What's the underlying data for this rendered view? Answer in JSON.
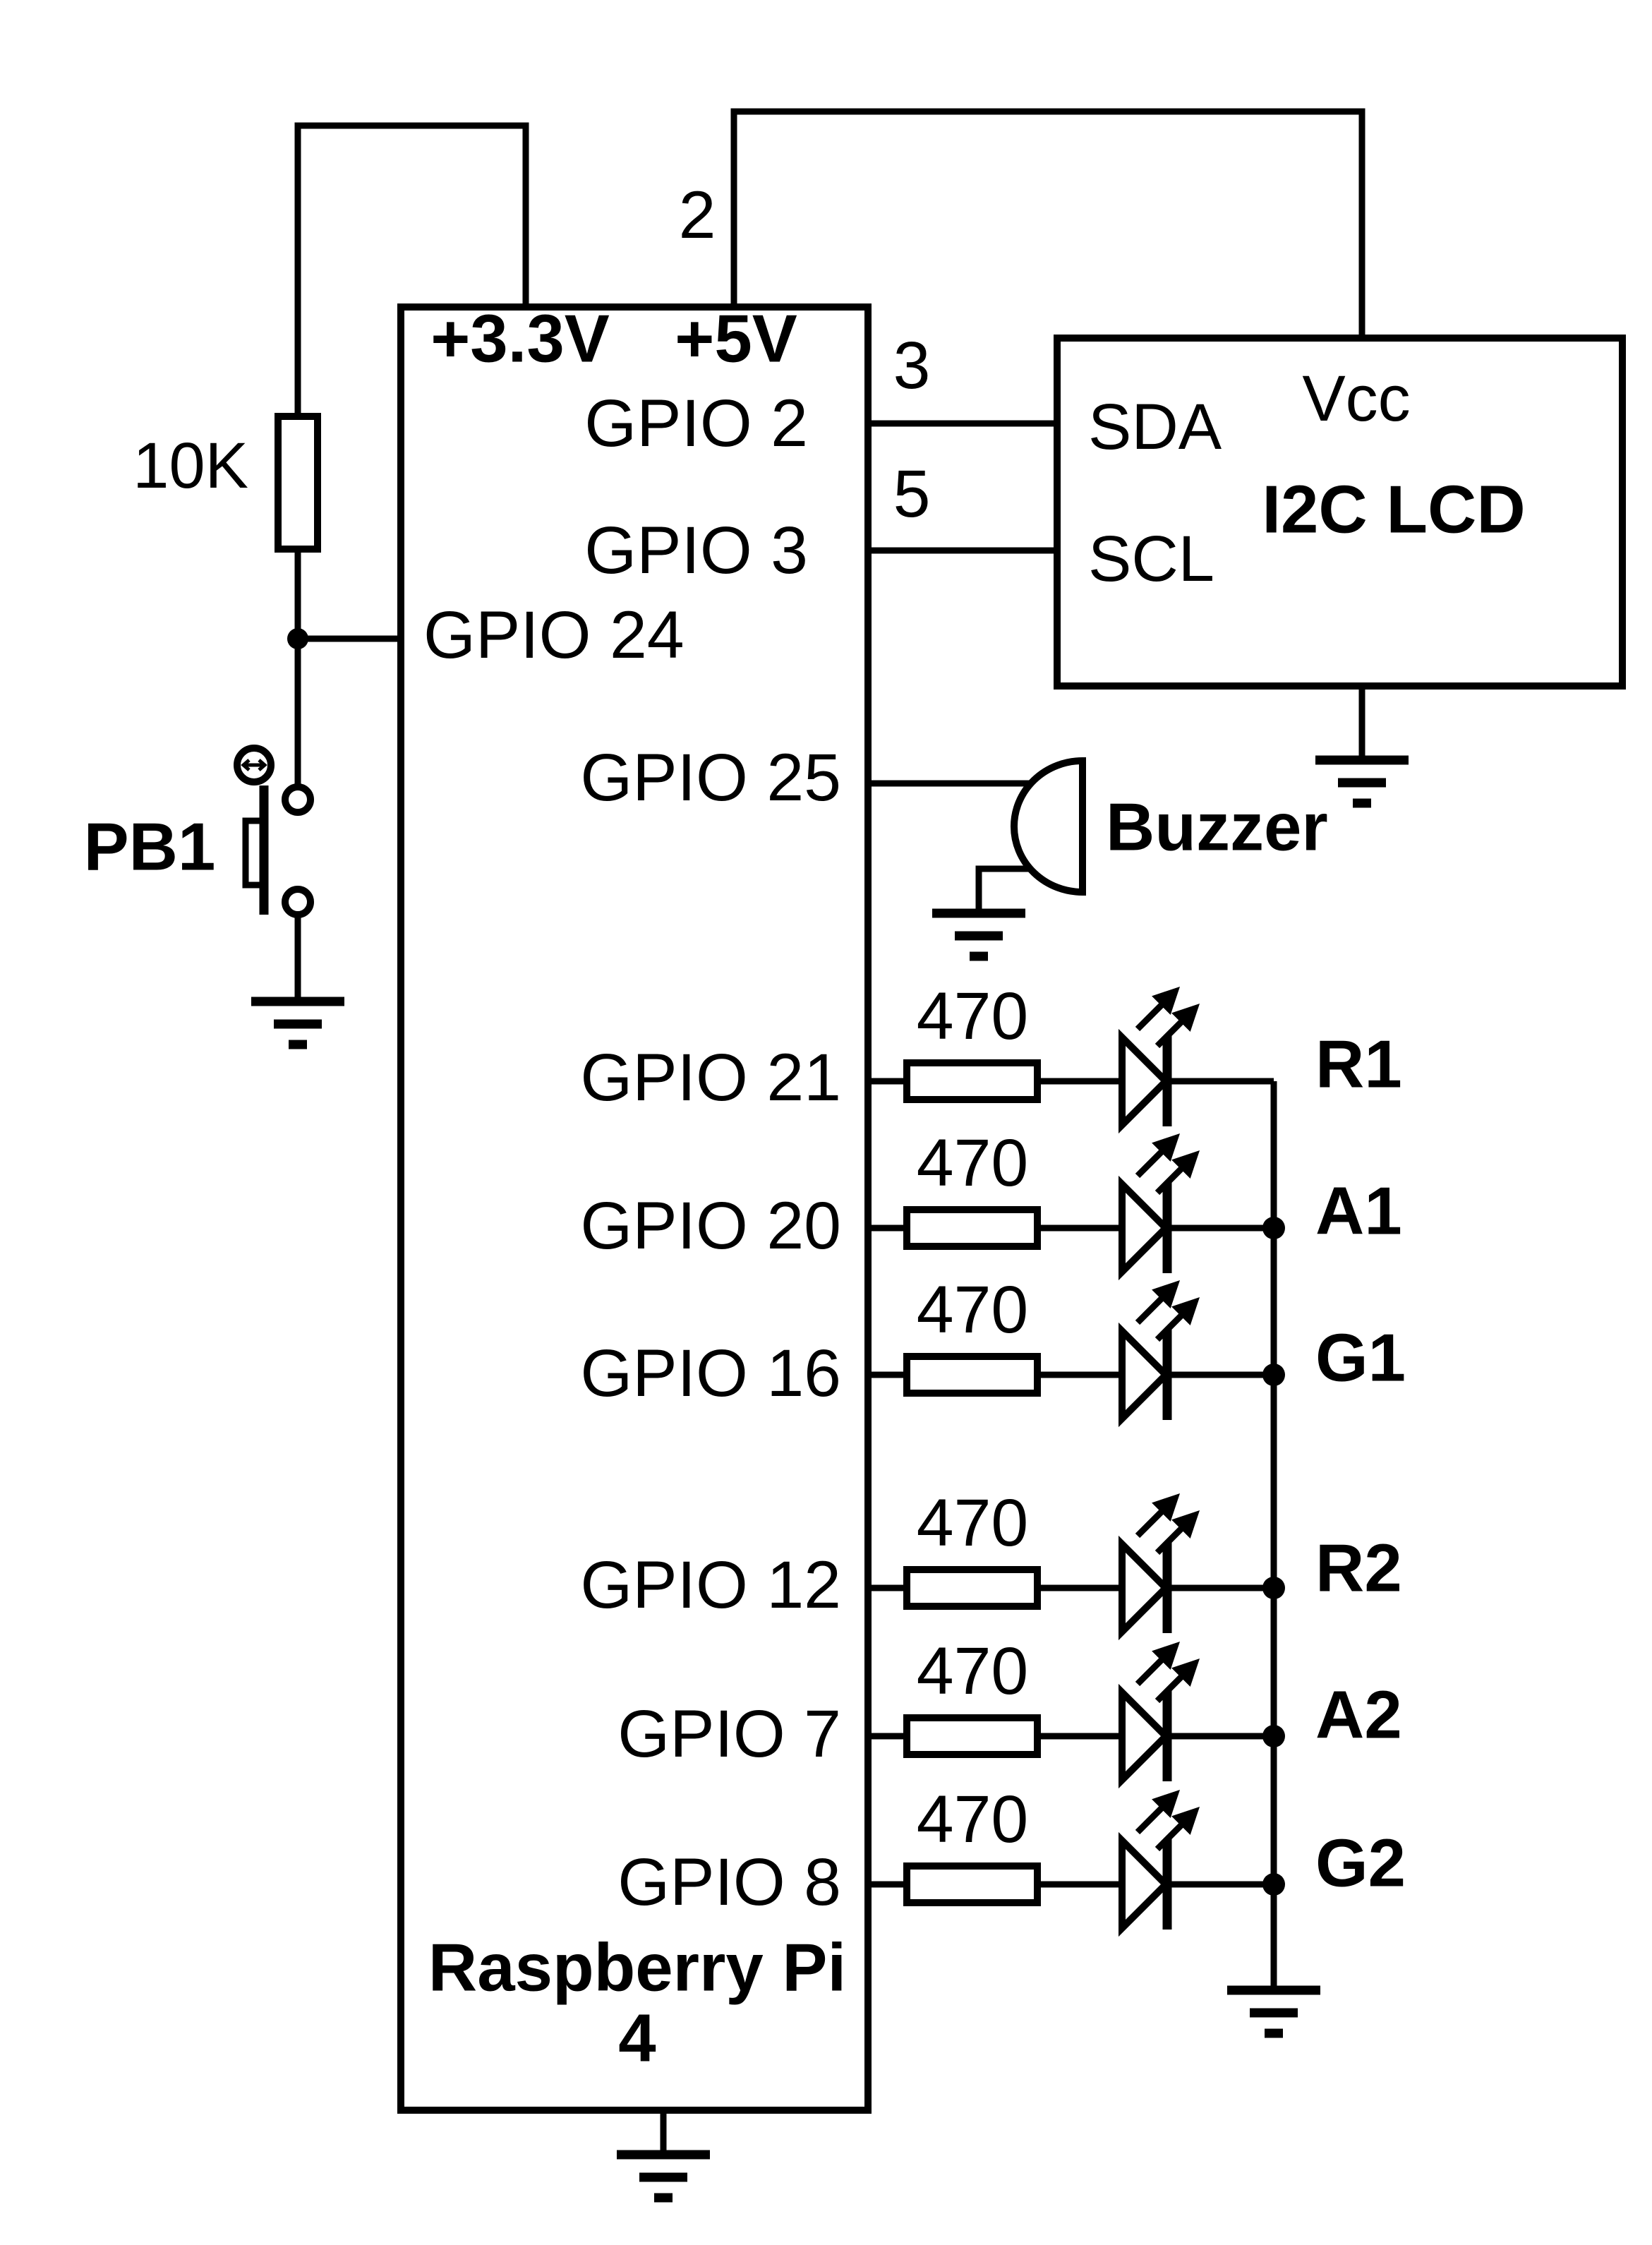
{
  "colors": {
    "ink": "#000000",
    "background": "#ffffff"
  },
  "pi": {
    "name_line1": "Raspberry Pi",
    "name_line2": "4",
    "pin_3v3": "+3.3V",
    "pin_5v": "+5V",
    "pin_gpio2": "GPIO 2",
    "pin_gpio3": "GPIO 3",
    "pin_gpio24": "GPIO 24",
    "pin_gpio25": "GPIO 25",
    "pin_gpio21": "GPIO 21",
    "pin_gpio20": "GPIO 20",
    "pin_gpio16": "GPIO 16",
    "pin_gpio12": "GPIO 12",
    "pin_gpio7": "GPIO 7",
    "pin_gpio8": "GPIO 8"
  },
  "lcd": {
    "name": "I2C LCD",
    "pin_sda": "SDA",
    "pin_scl": "SCL",
    "pin_vcc": "Vcc"
  },
  "wire_numbers": {
    "vcc": "2",
    "sda": "3",
    "scl": "5"
  },
  "pushbutton": {
    "label": "PB1",
    "pullup_value": "10K"
  },
  "buzzer": {
    "label": "Buzzer"
  },
  "led_resistor_value": "470",
  "net_labels": {
    "r1": "R1",
    "a1": "A1",
    "g1": "G1",
    "r2": "R2",
    "a2": "A2",
    "g2": "G2"
  }
}
